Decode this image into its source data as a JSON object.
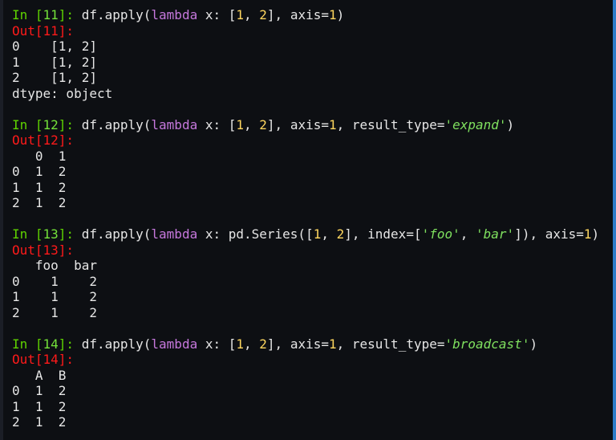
{
  "cells": [
    {
      "in_label": "In [",
      "in_num": "11",
      "in_close": "]: ",
      "code": [
        {
          "t": "df.apply(",
          "c": "def"
        },
        {
          "t": "lambda",
          "c": "kw"
        },
        {
          "t": " x: [",
          "c": "def"
        },
        {
          "t": "1",
          "c": "num"
        },
        {
          "t": ", ",
          "c": "def"
        },
        {
          "t": "2",
          "c": "num"
        },
        {
          "t": "], axis=",
          "c": "def"
        },
        {
          "t": "1",
          "c": "num"
        },
        {
          "t": ")",
          "c": "def"
        }
      ],
      "out_label": "Out[11]:",
      "output": [
        "0    [1, 2]",
        "1    [1, 2]",
        "2    [1, 2]",
        "dtype: object"
      ]
    },
    {
      "in_label": "In [",
      "in_num": "12",
      "in_close": "]: ",
      "code": [
        {
          "t": "df.apply(",
          "c": "def"
        },
        {
          "t": "lambda",
          "c": "kw"
        },
        {
          "t": " x: [",
          "c": "def"
        },
        {
          "t": "1",
          "c": "num"
        },
        {
          "t": ", ",
          "c": "def"
        },
        {
          "t": "2",
          "c": "num"
        },
        {
          "t": "], axis=",
          "c": "def"
        },
        {
          "t": "1",
          "c": "num"
        },
        {
          "t": ", result_type=",
          "c": "def"
        },
        {
          "t": "'expand'",
          "c": "str"
        },
        {
          "t": ")",
          "c": "def"
        }
      ],
      "out_label": "Out[12]:",
      "output": [
        "   0  1",
        "0  1  2",
        "1  1  2",
        "2  1  2"
      ]
    },
    {
      "in_label": "In [",
      "in_num": "13",
      "in_close": "]: ",
      "code": [
        {
          "t": "df.apply(",
          "c": "def"
        },
        {
          "t": "lambda",
          "c": "kw"
        },
        {
          "t": " x: pd.Series([",
          "c": "def"
        },
        {
          "t": "1",
          "c": "num"
        },
        {
          "t": ", ",
          "c": "def"
        },
        {
          "t": "2",
          "c": "num"
        },
        {
          "t": "], index=[",
          "c": "def"
        },
        {
          "t": "'foo'",
          "c": "str"
        },
        {
          "t": ", ",
          "c": "def"
        },
        {
          "t": "'bar'",
          "c": "str"
        },
        {
          "t": "]), axis=",
          "c": "def"
        },
        {
          "t": "1",
          "c": "num"
        },
        {
          "t": ")",
          "c": "def"
        }
      ],
      "out_label": "Out[13]:",
      "output": [
        "   foo  bar",
        "0    1    2",
        "1    1    2",
        "2    1    2"
      ]
    },
    {
      "in_label": "In [",
      "in_num": "14",
      "in_close": "]: ",
      "code": [
        {
          "t": "df.apply(",
          "c": "def"
        },
        {
          "t": "lambda",
          "c": "kw"
        },
        {
          "t": " x: [",
          "c": "def"
        },
        {
          "t": "1",
          "c": "num"
        },
        {
          "t": ", ",
          "c": "def"
        },
        {
          "t": "2",
          "c": "num"
        },
        {
          "t": "], axis=",
          "c": "def"
        },
        {
          "t": "1",
          "c": "num"
        },
        {
          "t": ", result_type=",
          "c": "def"
        },
        {
          "t": "'broadcast'",
          "c": "str"
        },
        {
          "t": ")",
          "c": "def"
        }
      ],
      "out_label": "Out[14]:",
      "output": [
        "   A  B",
        "0  1  2",
        "1  1  2",
        "2  1  2"
      ]
    }
  ],
  "colors": {
    "background": "#0d0f13",
    "in_prompt": "#5fd300",
    "out_prompt": "#ff1a1a",
    "keyword": "#c678dd",
    "number": "#ffd75f",
    "string": "#7fe05f",
    "text": "#e6e6e6",
    "scrollbar": "#2f7cc7"
  }
}
